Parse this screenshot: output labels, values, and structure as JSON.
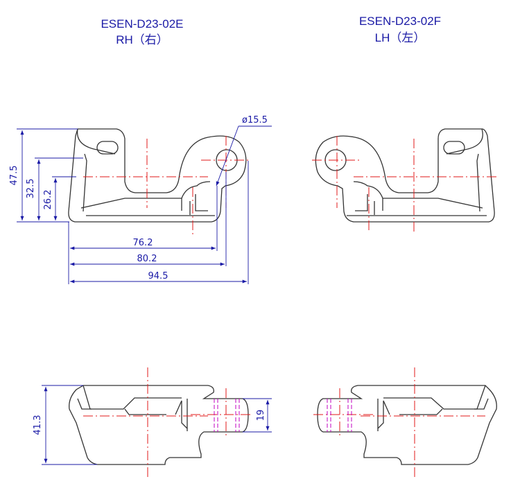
{
  "parts": [
    {
      "code": "ESEN-D23-02E",
      "side": "RH（右）"
    },
    {
      "code": "ESEN-D23-02F",
      "side": "LH（左）"
    }
  ],
  "dimensions": {
    "hole_diameter": "ø15.5",
    "height_total": "47.5",
    "height_mid": "32.5",
    "height_low": "26.2",
    "width_1": "76.2",
    "width_2": "80.2",
    "width_3": "94.5",
    "thickness": "41.3",
    "tab_width": "19"
  },
  "colors": {
    "outline": "#333333",
    "dimension": "#1a1aa6",
    "centerline": "#e01818",
    "hidden": "#c000c0"
  }
}
